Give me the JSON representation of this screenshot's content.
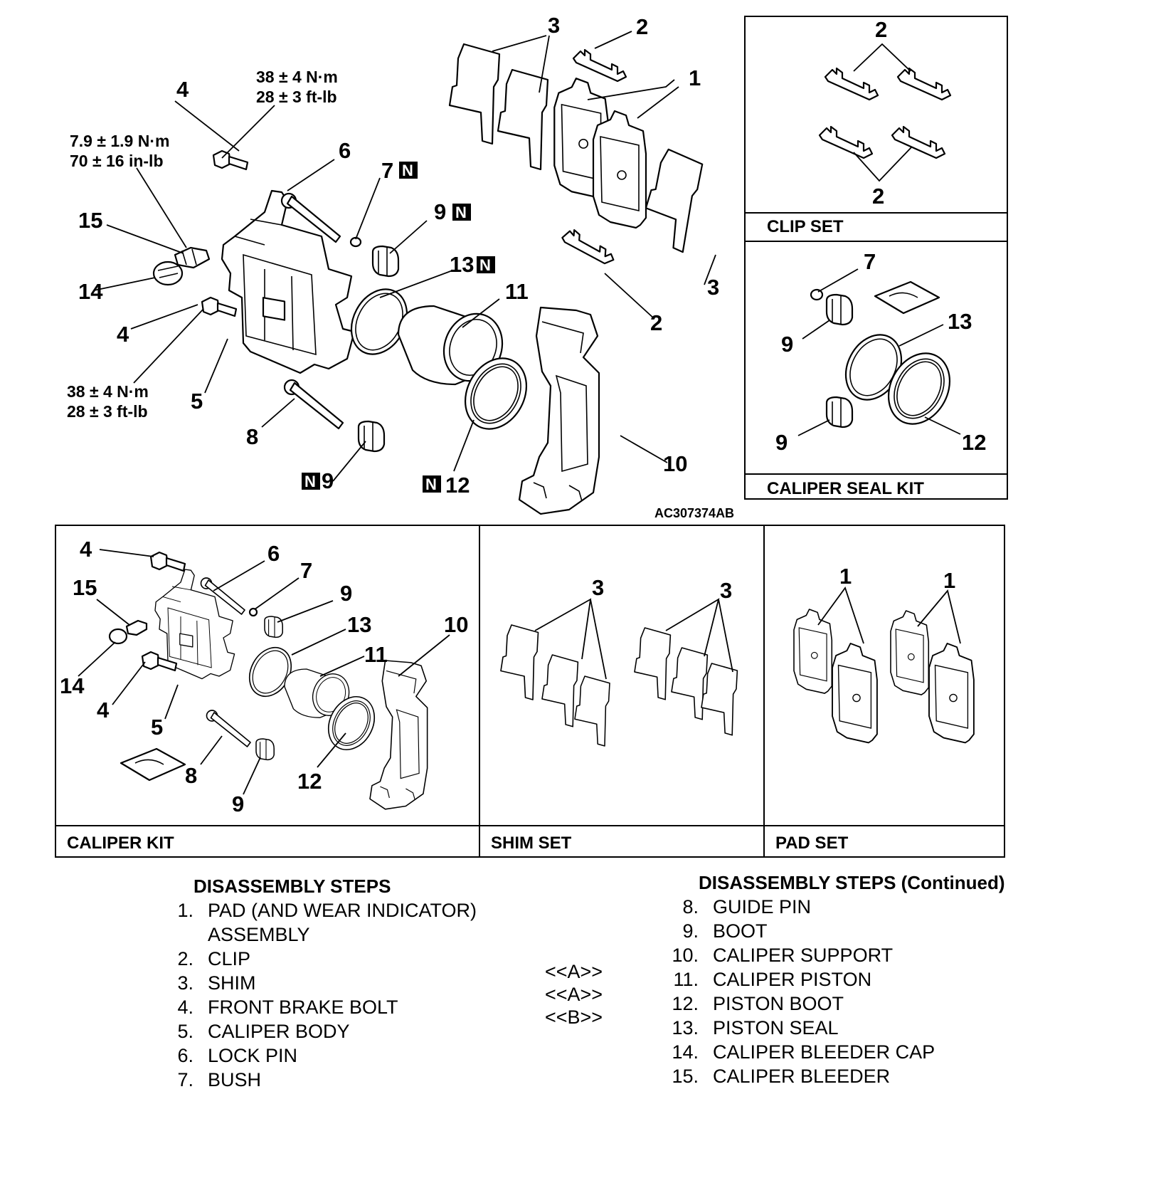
{
  "figure_code": "AC307374AB",
  "badge_letter": "N",
  "torque": {
    "upper_bolt": [
      "38 ± 4 N·m",
      "28 ± 3 ft-lb"
    ],
    "bleeder": [
      "7.9 ± 1.9 N·m",
      "70 ± 16 in-lb"
    ],
    "lower_bolt": [
      "38 ± 4 N·m",
      "28 ± 3 ft-lb"
    ]
  },
  "callouts": {
    "n1": "1",
    "n2": "2",
    "n3": "3",
    "n4": "4",
    "n5": "5",
    "n6": "6",
    "n7": "7",
    "n8": "8",
    "n9": "9",
    "n10": "10",
    "n11": "11",
    "n12": "12",
    "n13": "13",
    "n14": "14",
    "n15": "15"
  },
  "kits": {
    "clip_set": "CLIP SET",
    "caliper_seal_kit": "CALIPER SEAL KIT",
    "caliper_kit": "CALIPER KIT",
    "shim_set": "SHIM SET",
    "pad_set": "PAD SET"
  },
  "steps_left": {
    "heading": "DISASSEMBLY STEPS",
    "items": [
      {
        "num": "1.",
        "text": "PAD (AND WEAR INDICATOR)"
      },
      {
        "num": "",
        "text": "ASSEMBLY"
      },
      {
        "num": "2.",
        "text": "CLIP"
      },
      {
        "num": "3.",
        "text": "SHIM"
      },
      {
        "num": "4.",
        "text": "FRONT BRAKE BOLT"
      },
      {
        "num": "5.",
        "text": "CALIPER BODY"
      },
      {
        "num": "6.",
        "text": "LOCK PIN"
      },
      {
        "num": "7.",
        "text": "BUSH"
      }
    ]
  },
  "steps_right": {
    "heading": "DISASSEMBLY STEPS (Continued)",
    "items": [
      {
        "num": "8.",
        "text": "GUIDE PIN"
      },
      {
        "num": "9.",
        "text": "BOOT"
      },
      {
        "num": "10.",
        "text": "CALIPER SUPPORT"
      },
      {
        "num": "11.",
        "text": "CALIPER PISTON"
      },
      {
        "num": "12.",
        "text": "PISTON BOOT"
      },
      {
        "num": "13.",
        "text": "PISTON SEAL"
      },
      {
        "num": "14.",
        "text": "CALIPER BLEEDER CAP"
      },
      {
        "num": "15.",
        "text": "CALIPER BLEEDER"
      }
    ]
  },
  "step_markers": [
    "<<A>>",
    "<<A>>",
    "<<B>>"
  ]
}
